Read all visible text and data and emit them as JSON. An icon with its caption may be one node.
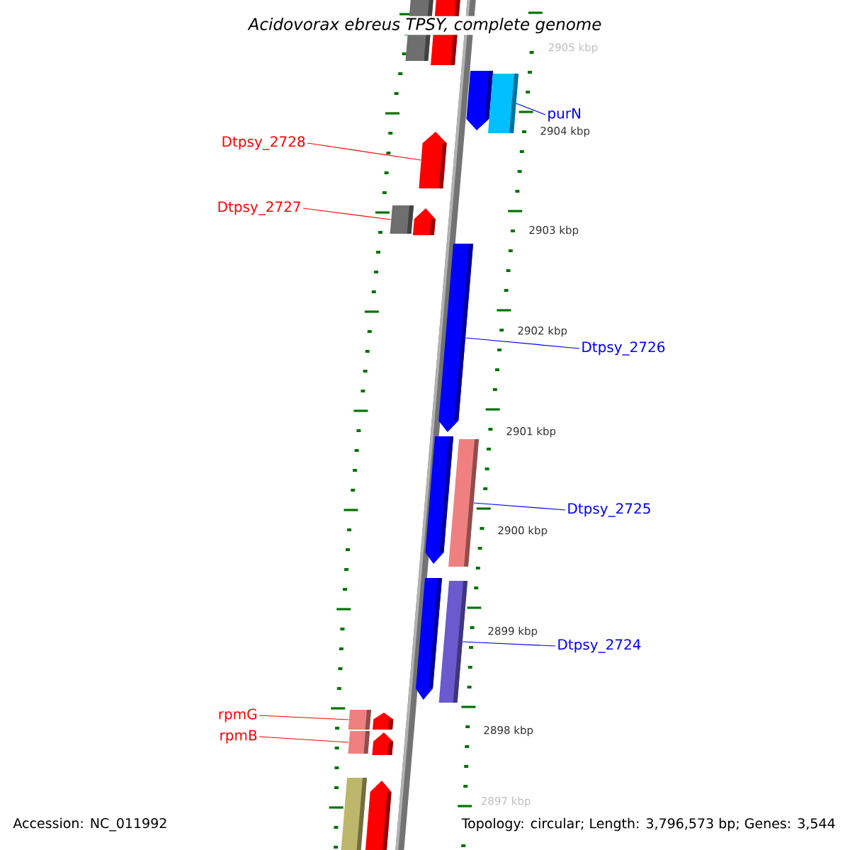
{
  "diagram": {
    "title": "Acidovorax ebreus TPSY, complete genome",
    "nodes": [
      {
        "text": [],
        "shape": "box"
      },
      {
        "text": [],
        "shape": "box"
      },
      {
        "text": [],
        "shape": "arrow"
      },
      {
        "text": [],
        "shape": "box"
      },
      {
        "text": [],
        "shape": "arrow"
      },
      {
        "text": [],
        "shape": "box"
      },
      {
        "text": [],
        "shape": "arrow"
      },
      {
        "text": [],
        "shape": "arrow"
      },
      {
        "text": [],
        "shape": "arrow"
      },
      {
        "text": [],
        "shape": "box"
      },
      {
        "text": [],
        "shape": "arrow"
      },
      {
        "text": [],
        "shape": "box"
      },
      {
        "text": [],
        "shape": "box"
      },
      {
        "text": [],
        "shape": "arrow"
      },
      {
        "text": [],
        "shape": "box"
      },
      {
        "text": [],
        "shape": "arrow"
      },
      {
        "text": [],
        "shape": "box"
      },
      {
        "text": [],
        "shape": "arrow"
      },
      {
        "text": [
          "purN"
        ]
      },
      {
        "text": [
          "Dtpsy_2728"
        ]
      },
      {
        "text": [
          "Dtpsy_2727"
        ]
      },
      {
        "text": [
          "Dtpsy_2726"
        ]
      },
      {
        "text": [
          "Dtpsy_2725"
        ]
      },
      {
        "text": [
          "Dtpsy_2724"
        ]
      },
      {
        "text": [
          "rpmG"
        ]
      },
      {
        "text": [
          "rpmB"
        ]
      }
    ],
    "edges": [
      {
        "from": 18,
        "to": 3,
        "arrow": "none",
        "color": "#0000ff"
      },
      {
        "from": 19,
        "to": 4,
        "arrow": "none",
        "color": "#ff0000"
      },
      {
        "from": 20,
        "to": 5,
        "arrow": "none",
        "color": "#ff0000"
      },
      {
        "from": 21,
        "to": 7,
        "arrow": "none",
        "color": "#0000ff"
      },
      {
        "from": 22,
        "to": 9,
        "arrow": "none",
        "color": "#0000ff"
      },
      {
        "from": 23,
        "to": 11,
        "arrow": "none",
        "color": "#0000ff"
      },
      {
        "from": 24,
        "to": 12,
        "arrow": "none",
        "color": "#ff0000"
      },
      {
        "from": 25,
        "to": 14,
        "arrow": "none",
        "color": "#ff0000"
      }
    ],
    "labels": [
      "2905 kbp",
      "2904 kbp",
      "2903 kbp",
      "2902 kbp",
      "2901 kbp",
      "2900 kbp",
      "2899 kbp",
      "2898 kbp",
      "2897 kbp",
      "Accession: NC_011992",
      "Topology: circular; Length: 3,796,573 bp; Genes: 3,544"
    ]
  }
}
